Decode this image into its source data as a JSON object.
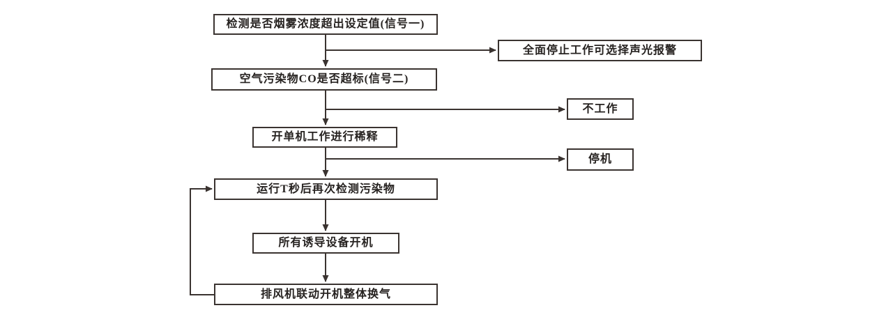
{
  "diagram": {
    "nodes": [
      {
        "id": "smoke-detect",
        "label": "检测是否烟雾浓度超出设定值(信号一)"
      },
      {
        "id": "stop-alarm",
        "label": "全面停止工作可选择声光报警"
      },
      {
        "id": "co-check",
        "label": "空气污染物CO是否超标(信号二)"
      },
      {
        "id": "no-work",
        "label": "不工作"
      },
      {
        "id": "dilute",
        "label": "开单机工作进行稀释"
      },
      {
        "id": "stop-machine",
        "label": "停机"
      },
      {
        "id": "recheck",
        "label": "运行T秒后再次检测污染物"
      },
      {
        "id": "induction-on",
        "label": "所有诱导设备开机"
      },
      {
        "id": "exhaust-fan",
        "label": "排风机联动开机整体换气"
      }
    ],
    "edges": [
      {
        "from": "smoke-detect",
        "to": "co-check"
      },
      {
        "from": "smoke-detect",
        "to": "stop-alarm"
      },
      {
        "from": "co-check",
        "to": "dilute"
      },
      {
        "from": "co-check",
        "to": "no-work"
      },
      {
        "from": "dilute",
        "to": "recheck"
      },
      {
        "from": "dilute",
        "to": "stop-machine"
      },
      {
        "from": "recheck",
        "to": "induction-on"
      },
      {
        "from": "induction-on",
        "to": "exhaust-fan"
      },
      {
        "from": "exhaust-fan",
        "to": "recheck"
      }
    ],
    "colors": {
      "line": "#3a3330",
      "box_border": "#3a3330",
      "text": "#262220",
      "background": "#ffffff"
    }
  }
}
